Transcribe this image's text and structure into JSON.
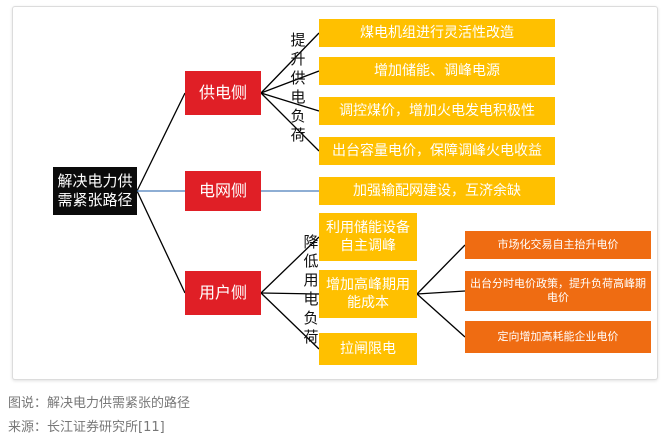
{
  "root": "解决电力供需紧张路径",
  "branches": {
    "supply": {
      "label": "供电侧",
      "side_label": "提升供电负荷",
      "items": [
        "煤电机组进行灵活性改造",
        "增加储能、调峰电源",
        "调控煤价，增加火电发电积极性",
        "出台容量电价，保障调峰火电收益"
      ]
    },
    "grid": {
      "label": "电网侧",
      "items": [
        "加强输配网建设，互济余缺"
      ]
    },
    "user": {
      "label": "用户侧",
      "side_label": "降低用电负荷",
      "items": [
        "利用储能设备自主调峰",
        "增加高峰期用能成本",
        "拉闸限电"
      ],
      "sub_items": [
        "市场化交易自主抬升电价",
        "出台分时电价政策，提升负荷高峰期电价",
        "定向增加高耗能企业电价"
      ]
    }
  },
  "colors": {
    "root_bg": "#0b0b0b",
    "branch_bg": "#e01f26",
    "leaf_bg": "#ffc000",
    "sub_leaf_bg": "#ef6c12",
    "connector": "#000000",
    "grid_connector": "#4a7ebb"
  },
  "caption": "图说：解决电力供需紧张的路径",
  "source": "来源：长江证券研究所[11]"
}
